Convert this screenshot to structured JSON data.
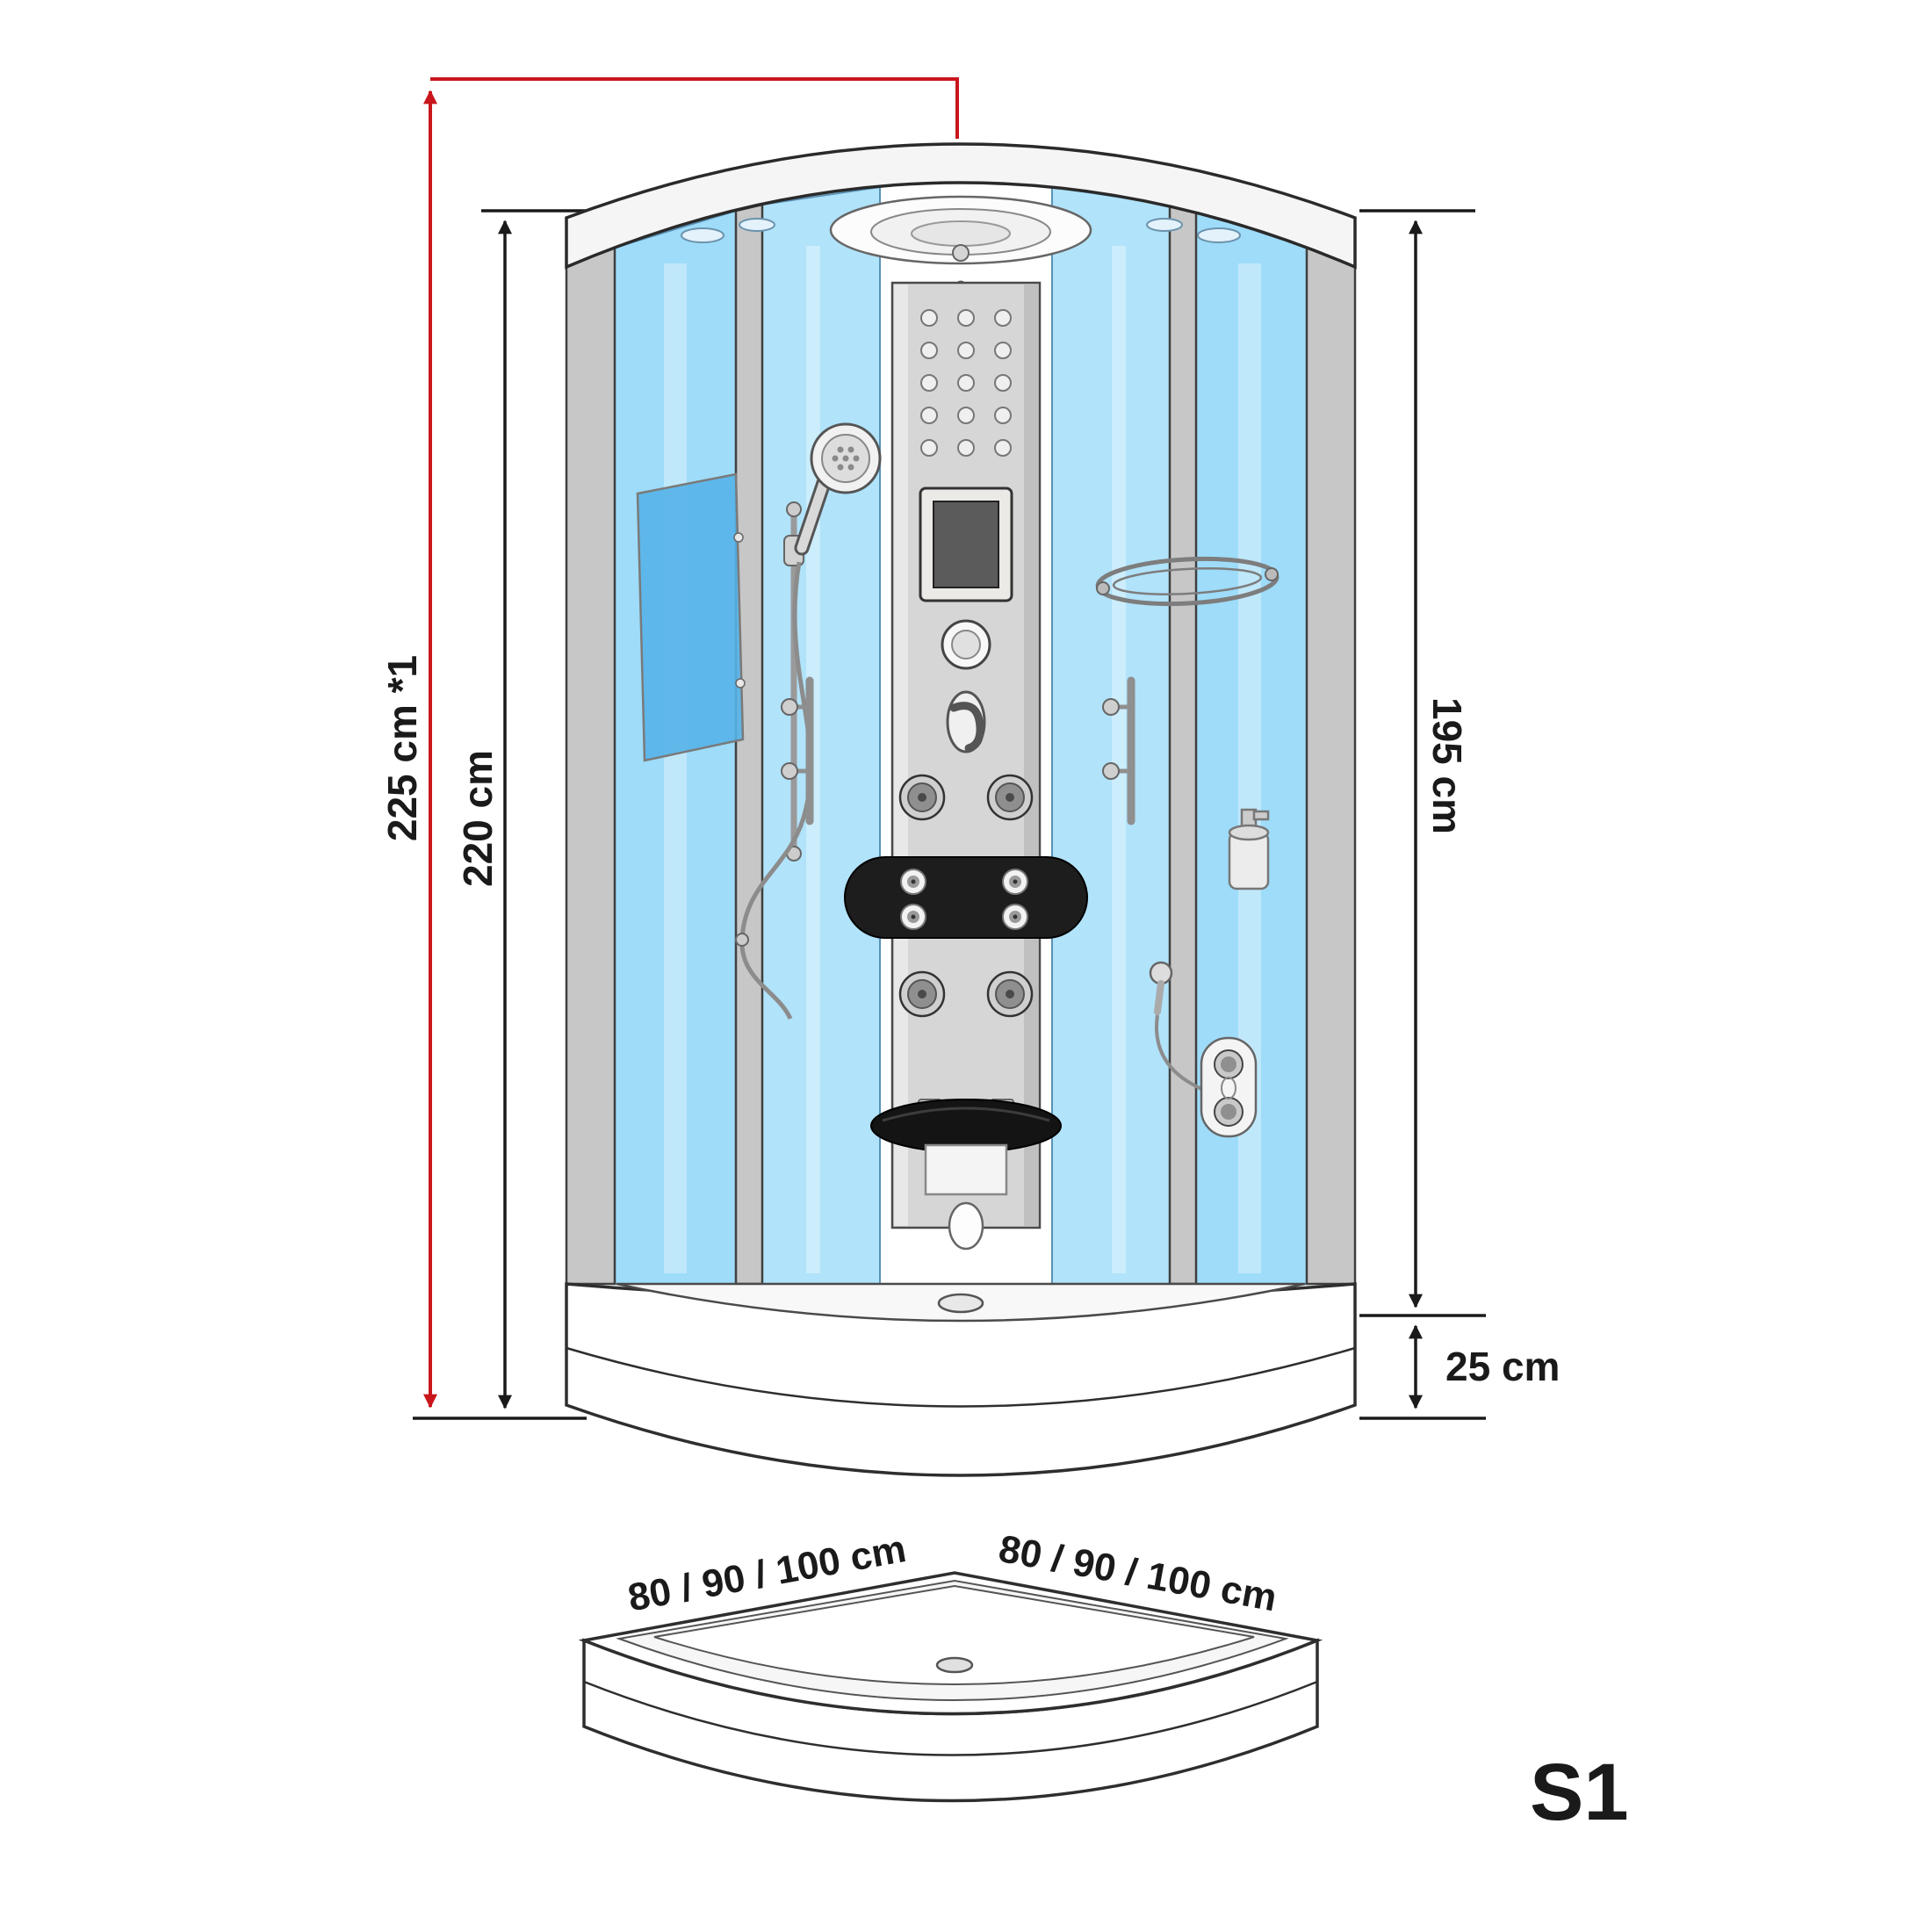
{
  "diagram": {
    "model": "S1",
    "dimension_labels": {
      "total_height": "225 cm *1",
      "cabin_height": "220 cm",
      "interior_height": "195 cm",
      "tray_height": "25 cm",
      "tray_width_left": "80 / 90 / 100 cm",
      "tray_width_right": "80 / 90 / 100 cm"
    },
    "colors": {
      "accent_red": "#c8161c",
      "glass_blue": "#9edcf9",
      "mirror_blue": "#55b3e8",
      "frame_gray": "#c7c7c7",
      "panel_gray": "#d6d6d6",
      "line_black": "#1a1a1a"
    }
  }
}
